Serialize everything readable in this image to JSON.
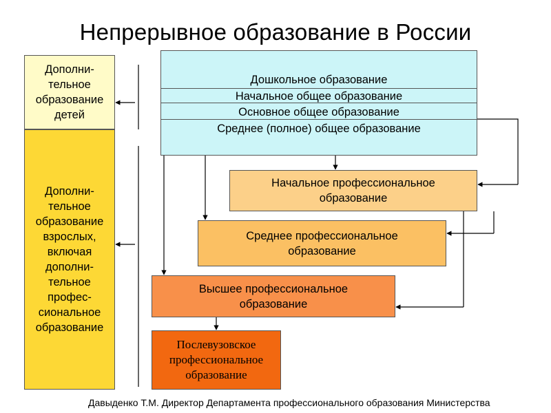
{
  "title": "Непрерывное образование в России",
  "left": {
    "children": [
      "Дополни-",
      "тельное",
      "образование",
      "детей"
    ],
    "adults": [
      "Дополни-",
      "тельное",
      "образование",
      "взрослых,",
      "включая",
      "дополни-",
      "тельное",
      "профес-",
      "сиональное",
      "образование"
    ]
  },
  "general": {
    "preschool": "Дошкольное образование",
    "primary": "Начальное общее образование",
    "basic": "Основное общее образование",
    "secondary": "Среднее (полное) общее образование"
  },
  "levels": {
    "initial_prof": "Начальное профессиональное образование",
    "secondary_prof": "Среднее профессиональное образование",
    "higher_prof": "Высшее профессиональное образование",
    "postgrad": "Послевузовское профессиональное образование"
  },
  "footer": {
    "line1": "Давыденко Т.М. Директор Департамента профессионального образования Министерства"
  },
  "colors": {
    "general_bg": "#ccf5f8",
    "left_children_bg": "#fffbc8",
    "left_adults_bg": "#fdd835",
    "initial_prof_bg": "#fcd089",
    "secondary_prof_bg": "#fbc063",
    "higher_prof_bg": "#f8904a",
    "postgrad_bg": "#f26810"
  }
}
